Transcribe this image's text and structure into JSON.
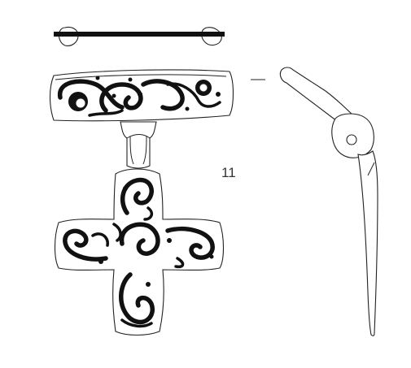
{
  "figure": {
    "label": "11",
    "colors": {
      "ink": "#111111",
      "line": "#222222",
      "paper": "#ffffff"
    },
    "parts": [
      "top-view-bar",
      "front-view-plate",
      "front-view-cross-pendant",
      "side-profile"
    ]
  }
}
